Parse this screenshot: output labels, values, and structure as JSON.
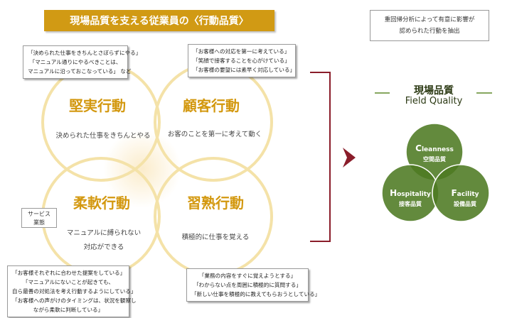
{
  "title": "現場品質を支える従業員の〈行動品質〉",
  "quadrants": {
    "top_left": {
      "title": "堅実行動",
      "subtitle": "決められた仕事をきちんとやる",
      "notes": [
        "「決められた仕事をきちんとさぼらずにやる」",
        "「マニュアル通りにやるべきことは、",
        "マニュアルに沿っておこなっている」 など"
      ]
    },
    "top_right": {
      "title": "顧客行動",
      "subtitle": "お客のことを第一に考えて動く",
      "notes": [
        "「お客様への対応を第一に考えている」",
        "「笑顔で接客することを心がけている」",
        "「お客様の要望には素早く対応している」"
      ]
    },
    "bottom_left": {
      "title": "柔軟行動",
      "subtitle_lines": [
        "マニュアルに縛られない",
        "対応ができる"
      ],
      "notes": [
        "「お客様それぞれに合わせた提案をしている」",
        "「マニュアルにないことが起きても、",
        "自ら最善の対処法を考え行動するようにしている」",
        "「お客様への声がけのタイミングは、状況を観察し",
        "ながら柔軟に判断している」"
      ]
    },
    "bottom_right": {
      "title": "習熟行動",
      "subtitle": "積極的に仕事を覚える",
      "notes": [
        "「業務の内容をすぐに覚えようとする」",
        "「わからない点を周囲に積極的に質問する」",
        "「新しい仕事を積極的に教えてもらおうとしている」"
      ]
    }
  },
  "service_label_lines": [
    "サービス",
    "業態"
  ],
  "analysis_note_lines": [
    "重回帰分析によって有意に影響が",
    "認められた行動を抽出"
  ],
  "field_quality": {
    "title": "現場品質",
    "subtitle": "Field Quality",
    "circles": {
      "top": {
        "initial": "C",
        "rest": "leanness",
        "jp": "空間品質",
        "color": "#4d7a22"
      },
      "left": {
        "initial": "H",
        "rest": "ospitality",
        "jp": "接客品質",
        "color": "#4d7a22"
      },
      "right": {
        "initial": "F",
        "rest": "acility",
        "jp": "設備品質",
        "color": "#4d7a22"
      }
    }
  },
  "colors": {
    "gold": "#d19a14",
    "circle_stroke": "#f4e2a8",
    "center_glow": "#fbeccb",
    "bracket": "#8a1d2a",
    "arrow": "#8a1d2a",
    "green": "#4d7a22",
    "green_line": "#5e8a2a"
  }
}
